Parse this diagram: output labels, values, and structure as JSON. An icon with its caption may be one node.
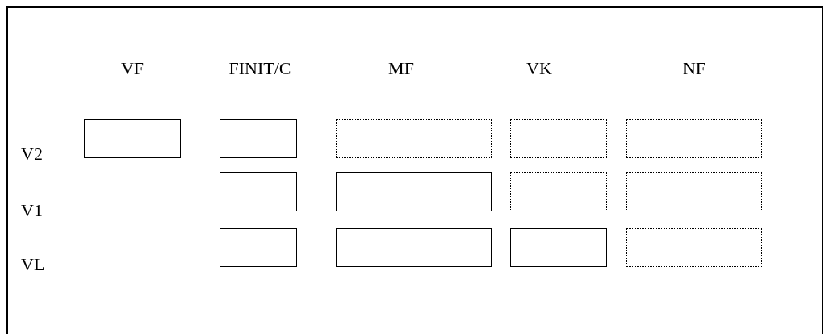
{
  "diagram": {
    "nodes": [
      {
        "text": [],
        "shape": "box"
      },
      {
        "text": [],
        "shape": "box"
      },
      {
        "text": [],
        "shape": "box"
      },
      {
        "text": [],
        "shape": "box"
      },
      {
        "text": [],
        "shape": "box"
      },
      {
        "text": [],
        "shape": "box"
      },
      {
        "text": [],
        "shape": "box"
      },
      {
        "text": [],
        "shape": "box"
      },
      {
        "text": [],
        "shape": "box"
      },
      {
        "text": [],
        "shape": "box"
      },
      {
        "text": [],
        "shape": "box"
      },
      {
        "text": [],
        "shape": "box"
      },
      {
        "text": [],
        "shape": "box"
      }
    ],
    "labels": [
      "VF",
      "FINIT/C",
      "MF",
      "VK",
      "NF",
      "V2",
      "V1",
      "VL"
    ]
  }
}
